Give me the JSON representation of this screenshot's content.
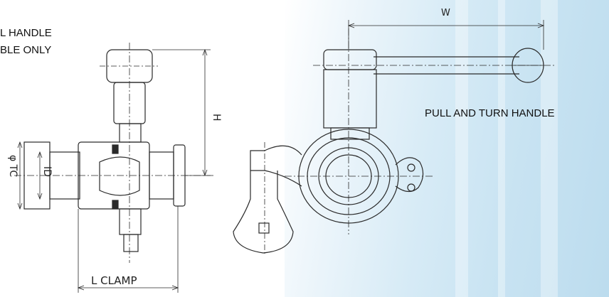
{
  "notes": {
    "handle_note_line1": "L HANDLE",
    "handle_note_line2": "BLE ONLY",
    "pull_turn_handle": "PULL AND TURN HANDLE"
  },
  "dimensions": {
    "width": "W",
    "height": "H",
    "tube_diameter": "φ TC",
    "inner_diameter": "ID",
    "length": "L  CLAMP"
  },
  "colors": {
    "line": "#2a2a2a",
    "background_tint": "#c8e3f2"
  }
}
